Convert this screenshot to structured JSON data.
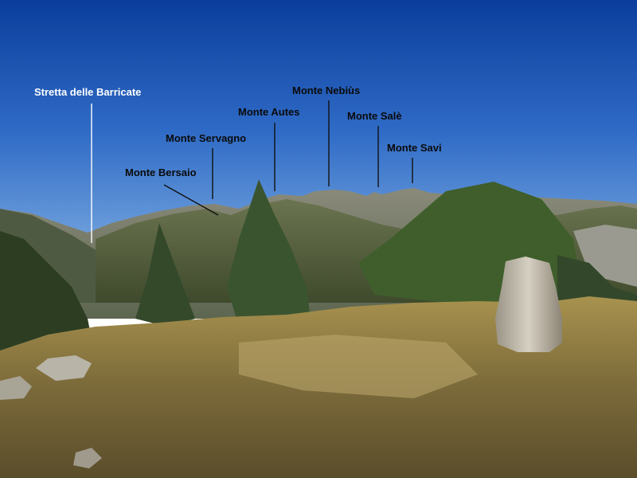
{
  "labels": {
    "barricate": "Stretta delle Barricate",
    "nebius": "Monte Nebiùs",
    "autes": "Monte Autes",
    "sale": "Monte Salè",
    "servagno": "Monte Servagno",
    "savi": "Monte Savi",
    "bersaio": "Monte Bersaio"
  },
  "colors": {
    "sky_top": "#0b3e9c",
    "sky_bottom": "#5a8fd6",
    "label_dark": "#0a0a0a",
    "label_light": "#ffffff"
  }
}
